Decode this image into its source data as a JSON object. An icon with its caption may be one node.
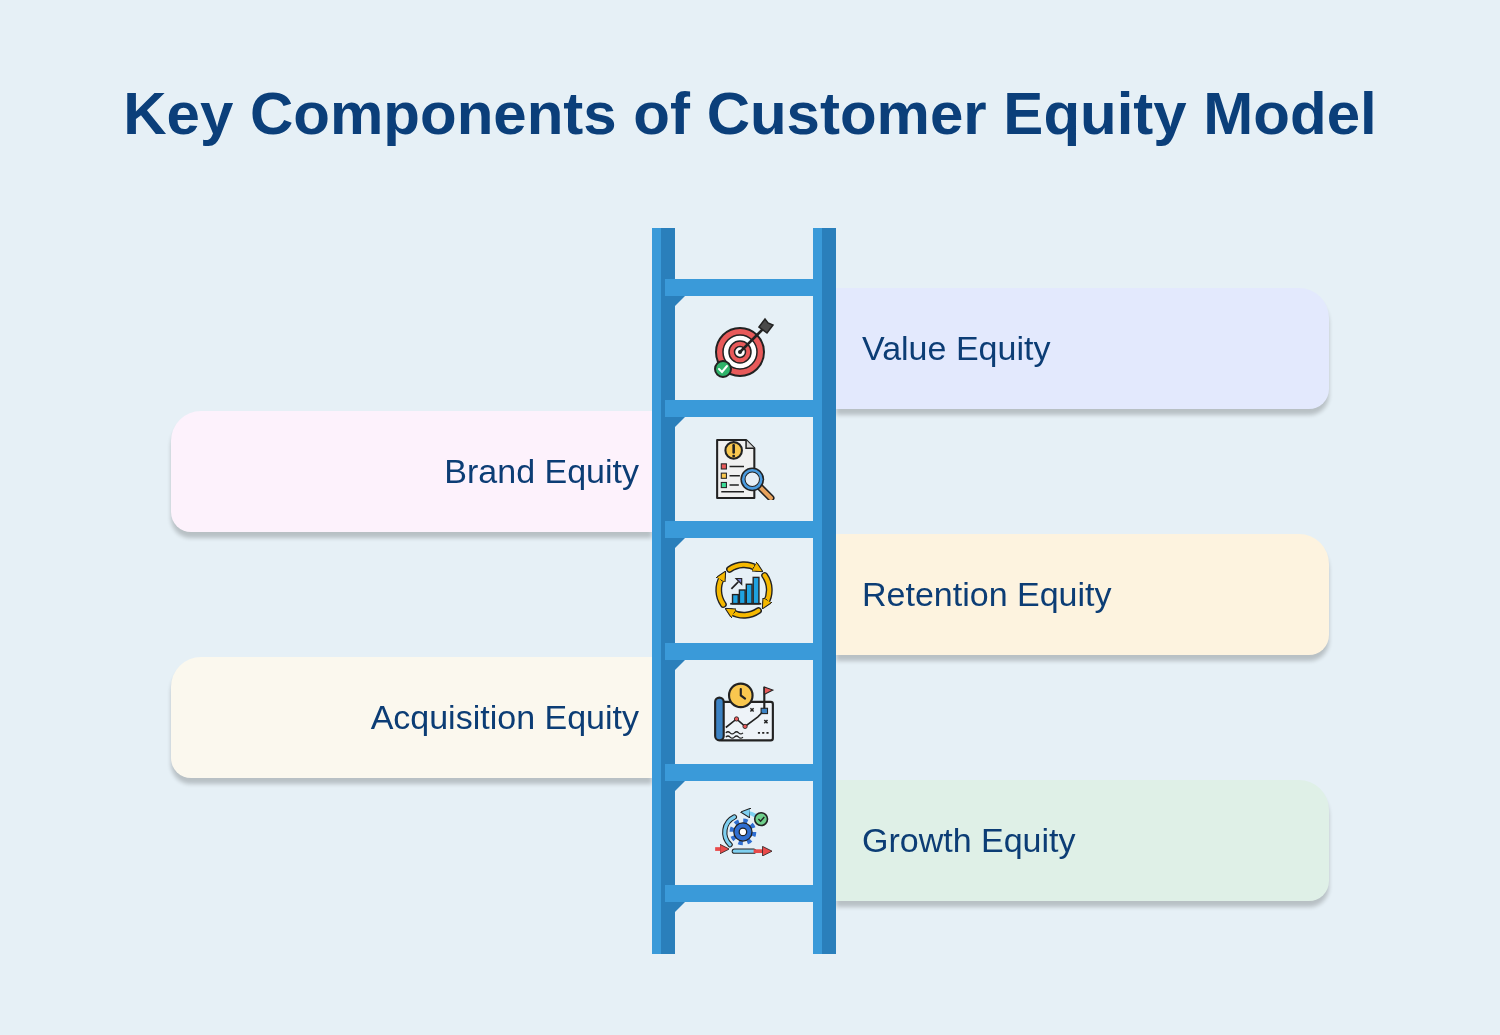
{
  "diagram": {
    "title": "Key Components of Customer Equity Model",
    "nodes": [
      {
        "text": [
          "Value Equity"
        ]
      },
      {
        "text": [
          "Brand Equity"
        ]
      },
      {
        "text": [
          "Retention Equity"
        ]
      },
      {
        "text": [
          "Acquisition Equity"
        ]
      },
      {
        "text": [
          "Growth Equity"
        ]
      }
    ]
  }
}
